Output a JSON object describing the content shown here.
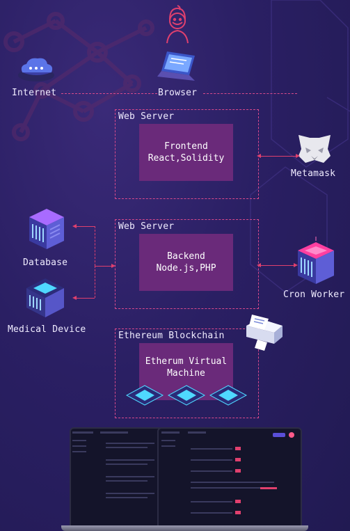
{
  "nodes": {
    "internet": "Internet",
    "browser": "Browser",
    "metamask": "Metamask",
    "database": "Database",
    "medical_device": "Medical Device",
    "cron_worker": "Cron Worker"
  },
  "groups": {
    "web_server_1": {
      "title": "Web Server",
      "panel": "Frontend\nReact,Solidity"
    },
    "web_server_2": {
      "title": "Web Server",
      "panel": "Backend\nNode.js,PHP"
    },
    "ethereum": {
      "title": "Ethereum Blockchain",
      "panel": "Etherum Virtual\nMachine"
    }
  },
  "colors": {
    "background": "#2a1f63",
    "dashed": "#d94a8c",
    "panel": "#6a2a7a",
    "arrow": "#e0406e"
  },
  "icons": [
    "user-icon",
    "cloud-icon",
    "laptop-icon",
    "metamask-fox-icon",
    "database-server-icon",
    "medical-device-chip-icon",
    "cron-worker-server-icon",
    "printer-icon",
    "blockchain-node-icon"
  ]
}
